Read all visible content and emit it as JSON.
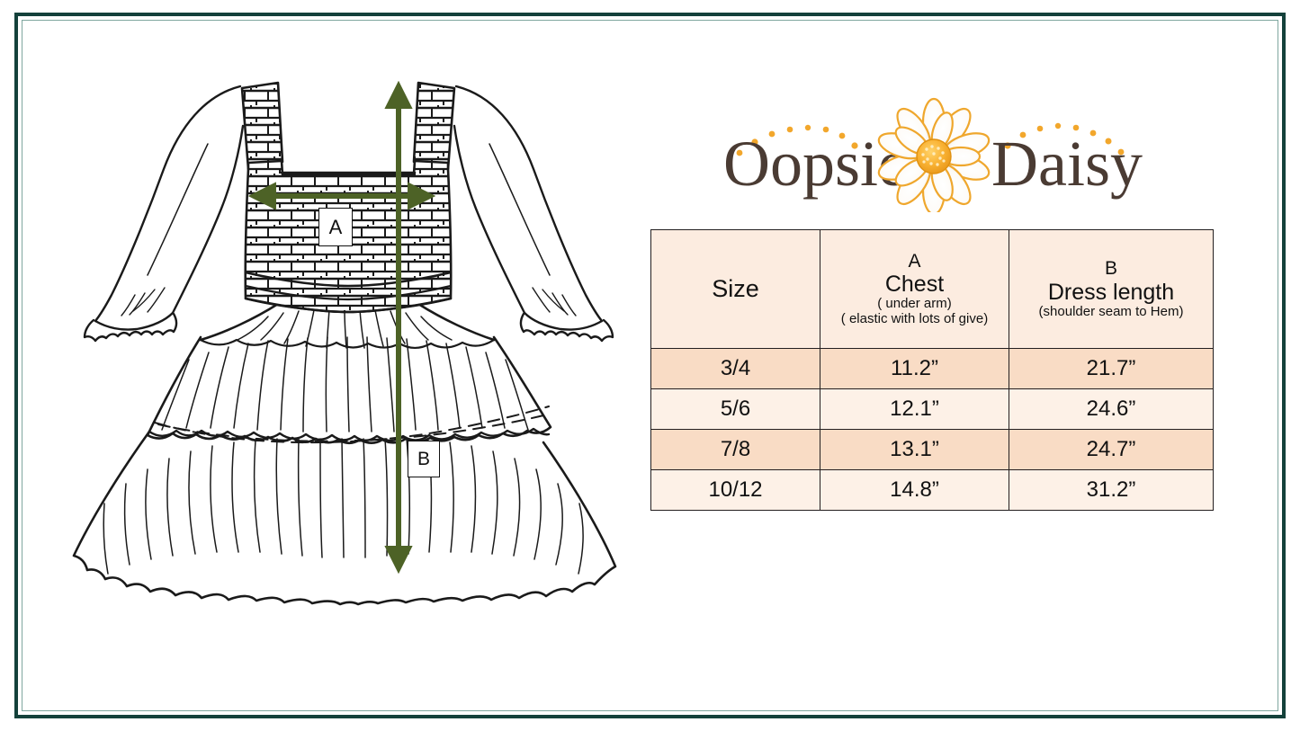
{
  "brand": {
    "name": "Oopsie Daisy",
    "word_one": "Oopsie",
    "word_two": "Daisy",
    "text_color": "#4a3b33",
    "accent_color": "#f2a72c",
    "flower_icon": "daisy-flower-icon"
  },
  "frame": {
    "outer_color": "#14413b",
    "inner_color": "#7fa79f"
  },
  "illustration": {
    "title": "tiered smocked long-sleeve dress technical sketch",
    "marker_a": "A",
    "marker_b": "B",
    "arrow_color": "#4d6226",
    "line_color": "#1a1a1a",
    "arrow_a_name": "chest-measure-arrow",
    "arrow_b_name": "length-measure-arrow"
  },
  "table": {
    "headers": {
      "size": "Size",
      "chest": {
        "letter": "A",
        "main": "Chest",
        "sub1": "( under arm)",
        "sub2": "( elastic with lots of give)"
      },
      "length": {
        "letter": "B",
        "main": "Dress length",
        "sub1": "(shoulder seam to Hem)"
      }
    },
    "rows": [
      {
        "size": "3/4",
        "chest": "11.2”",
        "length": "21.7”",
        "shade": "dark"
      },
      {
        "size": "5/6",
        "chest": "12.1”",
        "length": "24.6”",
        "shade": "light"
      },
      {
        "size": "7/8",
        "chest": "13.1”",
        "length": "24.7”",
        "shade": "dark"
      },
      {
        "size": "10/12",
        "chest": "14.8”",
        "length": "31.2”",
        "shade": "light"
      }
    ],
    "row_dark_color": "#f9dcc5",
    "row_light_color": "#fdf1e7",
    "header_color": "#fcece0",
    "border_color": "#231f20"
  }
}
